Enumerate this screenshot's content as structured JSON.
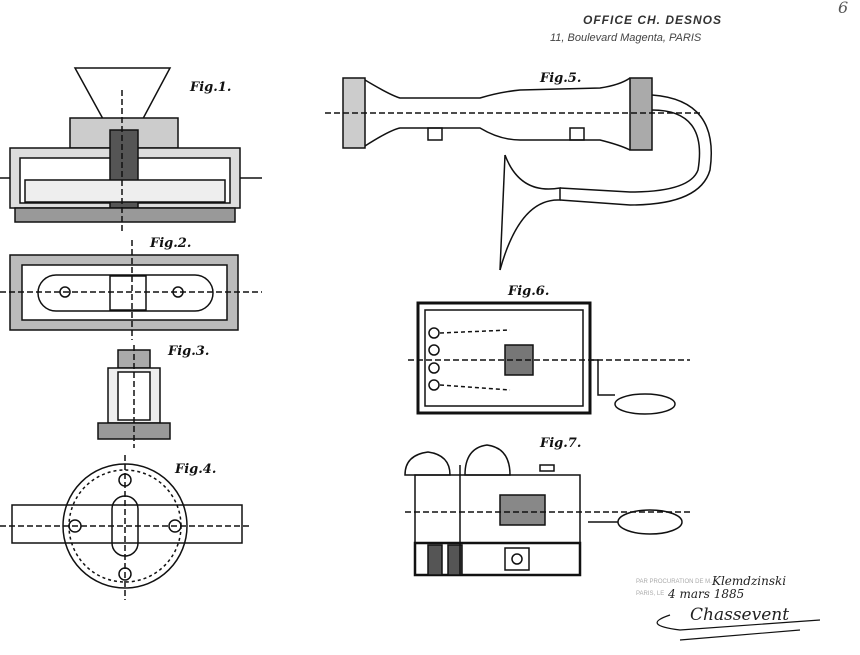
{
  "header": {
    "office": "OFFICE CH. DESNOS",
    "address": "11, Boulevard Magenta, PARIS",
    "page_number": "6"
  },
  "figures": [
    {
      "label": "Fig.1."
    },
    {
      "label": "Fig.2."
    },
    {
      "label": "Fig.3."
    },
    {
      "label": "Fig.4."
    },
    {
      "label": "Fig.5."
    },
    {
      "label": "Fig.6."
    },
    {
      "label": "Fig.7."
    }
  ],
  "stamp": {
    "line1": "PAR PROCURATION DE M.",
    "name": "Klemdzinski",
    "line2": "PARIS, LE",
    "date": "4 mars 1885",
    "signature": "Chassevent"
  }
}
